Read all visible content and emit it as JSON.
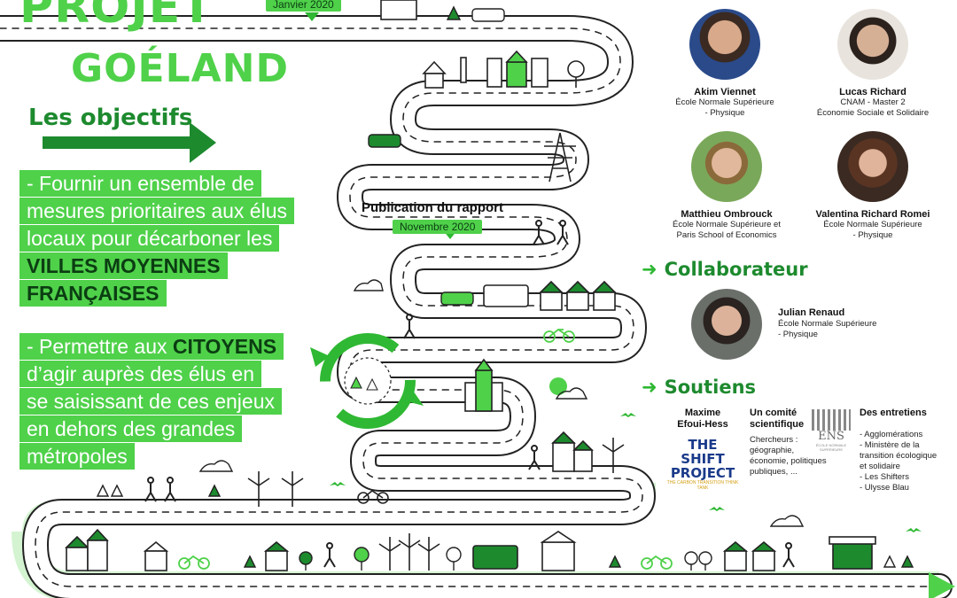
{
  "title": {
    "top": "PROJET",
    "main": "GOÉLAND"
  },
  "objectives": {
    "heading": "Les objectifs",
    "item1_lines": [
      "- Fournir un ensemble de",
      "mesures prioritaires aux élus",
      "locaux pour décarboner les"
    ],
    "item1_strong": [
      "VILLES MOYENNES",
      "FRANÇAISES"
    ],
    "item2_prefix": "- Permettre aux ",
    "item2_strong": "CITOYENS",
    "item2_lines": [
      "d’agir auprès des élus en",
      "se saisissant de ces enjeux",
      "en dehors des grandes",
      "métropoles"
    ]
  },
  "timeline": {
    "start_date": "Janvier 2020",
    "publication_label": "Publication du rapport",
    "publication_date": "Novembre 2020"
  },
  "team": [
    {
      "name": "Akim Viennet",
      "lines": [
        "École Normale Supérieure",
        "- Physique"
      ]
    },
    {
      "name": "Lucas Richard",
      "lines": [
        "CNAM - Master 2",
        "Économie Sociale et Solidaire"
      ]
    },
    {
      "name": "Matthieu Ombrouck",
      "lines": [
        "École Normale Supérieure et",
        "Paris School of Economics"
      ]
    },
    {
      "name": "Valentina Richard Romei",
      "lines": [
        "École Normale Supérieure",
        "- Physique"
      ]
    }
  ],
  "collaborateur": {
    "heading": "Collaborateur",
    "name": "Julian Renaud",
    "lines": [
      "École Normale Supérieure",
      "- Physique"
    ]
  },
  "soutiens": {
    "heading": "Soutiens",
    "col1": {
      "name_lines": [
        "Maxime",
        "Efoui-Hess"
      ],
      "logo_line1": "THE SHIFT",
      "logo_line2": "PROJECT",
      "logo_tag": "THE CARBON TRANSITION THINK TANK"
    },
    "col2": {
      "title_lines": [
        "Un comité",
        "scientifique"
      ],
      "ens": "ENS",
      "ens_sub": "ÉCOLE NORMALE SUPÉRIEURE",
      "text_head": "Chercheurs :",
      "text_lines": [
        "géographie,",
        "économie, politiques",
        "publiques, ..."
      ]
    },
    "col3": {
      "title": "Des entretiens",
      "lines": [
        "- Agglomérations",
        "- Ministère de la",
        "transition écologique",
        "et solidaire",
        "- Les Shifters",
        "- Ulysse Blau"
      ]
    }
  },
  "colors": {
    "green": "#4fd14a",
    "dark_green": "#1d8a2e",
    "road": "#ffffff",
    "outline": "#222222"
  }
}
